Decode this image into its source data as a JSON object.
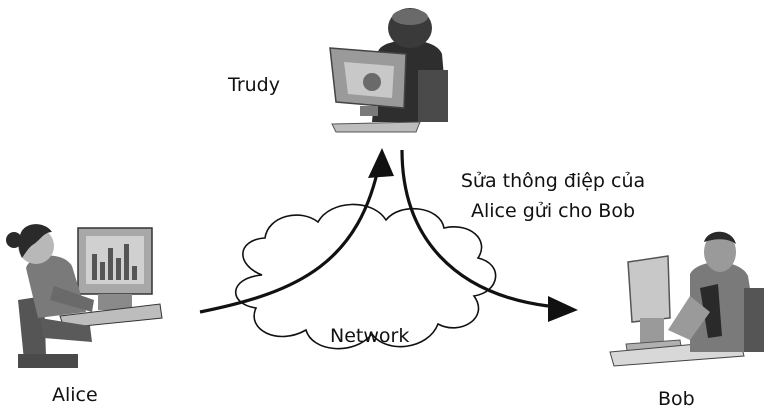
{
  "labels": {
    "trudy": "Trudy",
    "network": "Network",
    "alice": "Alice",
    "bob": "Bob",
    "caption_line1": "Sửa thông điệp của",
    "caption_line2": "Alice gửi cho Bob"
  },
  "icons": {
    "trudy": "person-at-computer-icon",
    "alice": "person-at-computer-icon",
    "bob": "person-at-computer-icon",
    "network": "cloud-icon"
  },
  "colors": {
    "ink": "#111111",
    "cloud_fill": "#ffffff",
    "figure_dark": "#3a3a3a",
    "figure_mid": "#8a8a8a",
    "figure_light": "#c8c8c8"
  }
}
